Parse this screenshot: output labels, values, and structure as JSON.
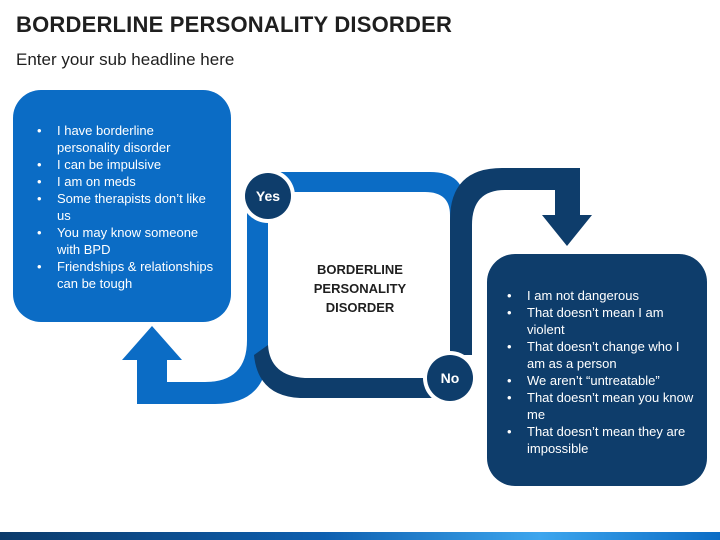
{
  "slide": {
    "title": "BORDERLINE PERSONALITY DISORDER",
    "subtitle": "Enter your sub headline here"
  },
  "left_box": {
    "items": [
      "I have borderline personality disorder",
      "I can be impulsive",
      "I am on meds",
      "Some therapists don’t like us",
      "You may know someone with BPD",
      "Friendships & relationships can be tough"
    ]
  },
  "right_box": {
    "items": [
      "I am not dangerous",
      "That doesn’t mean I am violent",
      "That doesn’t change who I am as a person",
      "We aren’t “untreatable”",
      "That doesn’t mean you know me",
      "That doesn’t mean they are impossible"
    ]
  },
  "center": {
    "line1": "BORDERLINE",
    "line2": "PERSONALITY",
    "line3": "DISORDER"
  },
  "decisions": {
    "yes": "Yes",
    "no": "No"
  },
  "colors": {
    "light_blue": "#0b6cc5",
    "dark_blue": "#0e3d6b"
  }
}
